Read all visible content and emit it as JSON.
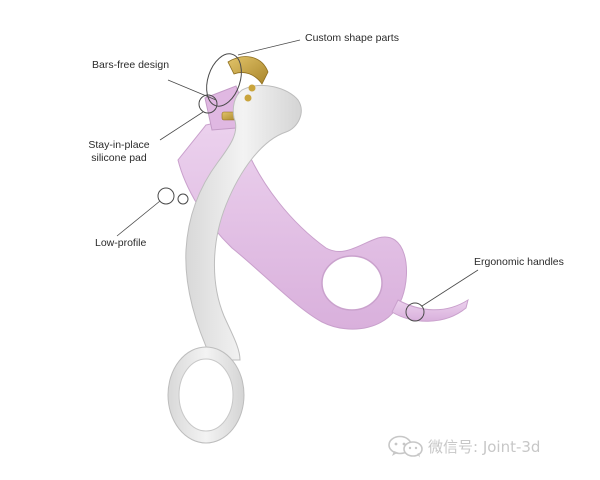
{
  "callouts": {
    "custom_shape_parts": "Custom shape parts",
    "bars_free_design": "Bars-free design",
    "stay_in_place_line1": "Stay-in-place",
    "stay_in_place_line2": "silicone pad",
    "low_profile": "Low-profile",
    "ergonomic_handles": "Ergonomic handles"
  },
  "watermark": {
    "text": "微信号: Joint-3d",
    "icon": "wechat-logo-icon"
  },
  "colors": {
    "white_arm": "#e9e9e9",
    "pink_arm": "#e4c3e5",
    "gold_parts": "#c9a43c",
    "callout_line": "#4a4a4a",
    "watermark": "#c7c7c7"
  }
}
